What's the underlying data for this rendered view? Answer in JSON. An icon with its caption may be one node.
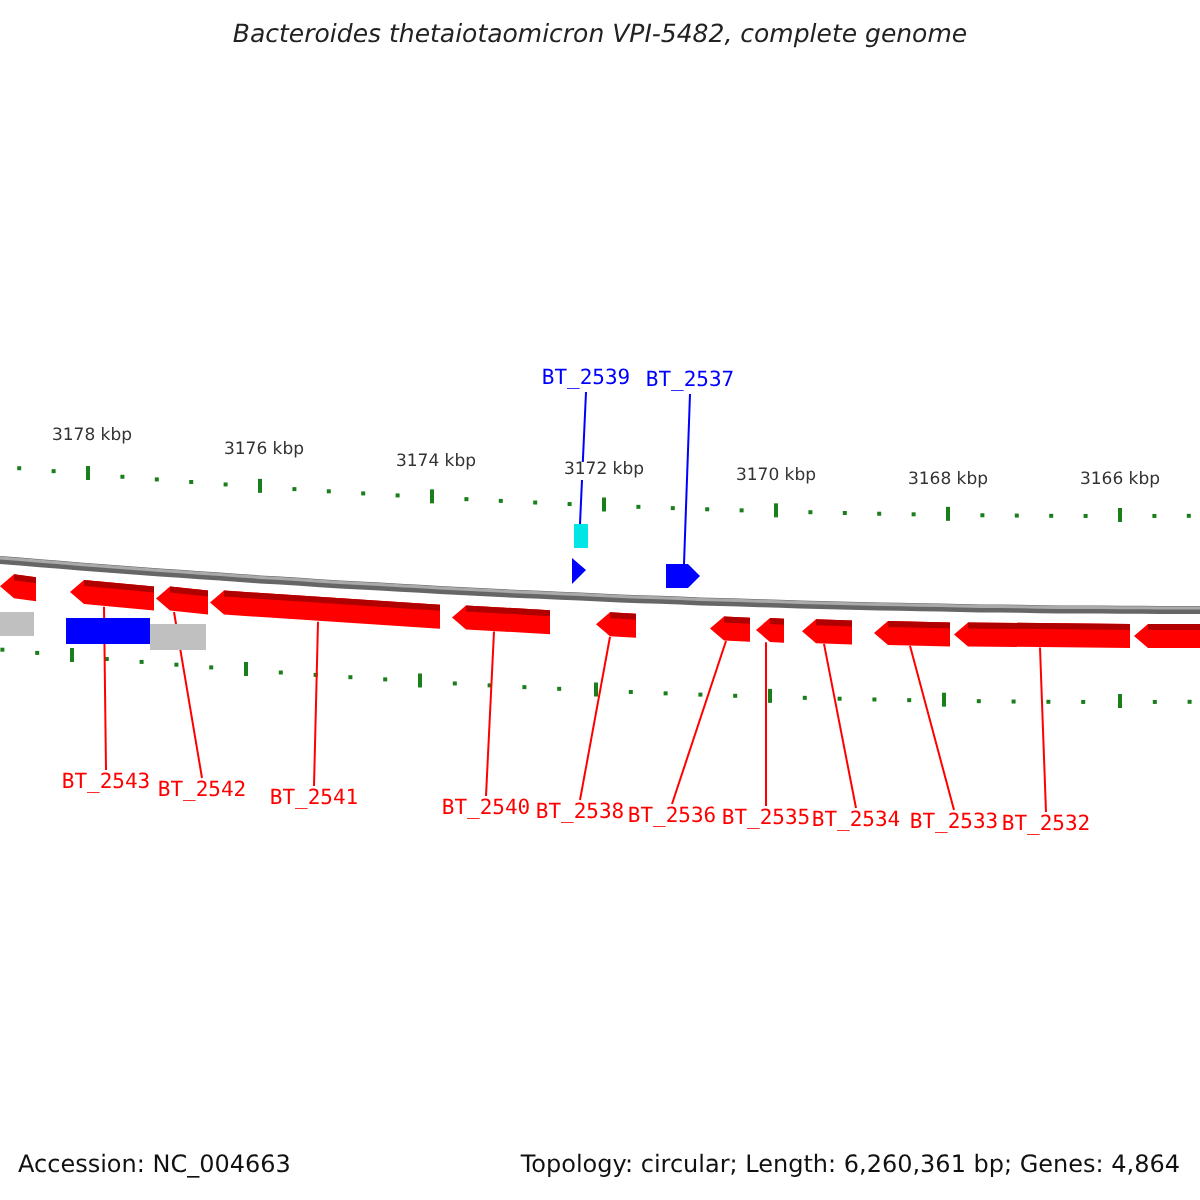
{
  "diagram": {
    "title": "Bacteroides thetaiotaomicron VPI-5482, complete genome",
    "nodes": [
      {
        "text": [
          "BT_2539"
        ]
      },
      {
        "text": [
          "BT_2537"
        ]
      },
      {
        "text": [],
        "shape": "box"
      },
      {
        "text": [],
        "shape": "pentagon"
      },
      {
        "text": [
          "BT_2543"
        ]
      },
      {
        "text": [
          "BT_2542"
        ]
      },
      {
        "text": [
          "BT_2541"
        ]
      },
      {
        "text": [
          "BT_2540"
        ]
      },
      {
        "text": [
          "BT_2538"
        ]
      },
      {
        "text": [
          "BT_2536"
        ]
      },
      {
        "text": [
          "BT_2535"
        ]
      },
      {
        "text": [
          "BT_2534"
        ]
      },
      {
        "text": [
          "BT_2533"
        ]
      },
      {
        "text": [
          "BT_2532"
        ]
      },
      {
        "text": [],
        "shape": "pentagon"
      },
      {
        "text": [],
        "shape": "pentagon"
      },
      {
        "text": [],
        "shape": "pentagon"
      },
      {
        "text": [],
        "shape": "pentagon"
      },
      {
        "text": [],
        "shape": "pentagon"
      },
      {
        "text": [],
        "shape": "pentagon"
      },
      {
        "text": [],
        "shape": "pentagon"
      },
      {
        "text": [],
        "shape": "pentagon"
      },
      {
        "text": [],
        "shape": "pentagon"
      },
      {
        "text": [],
        "shape": "pentagon"
      },
      {
        "text": [],
        "shape": "pentagon"
      },
      {
        "text": [],
        "shape": "bar"
      },
      {
        "text": [],
        "shape": "bar"
      },
      {
        "text": [],
        "shape": "bar"
      },
      {
        "text": [],
        "shape": "triangle"
      },
      {
        "text": [],
        "shape": "pentagon"
      }
    ],
    "edges": [
      {
        "from": 0,
        "to": 2,
        "arrow": "none",
        "color": "#0000ff"
      },
      {
        "from": 1,
        "to": 3,
        "arrow": "none",
        "color": "#0000ff"
      },
      {
        "from": 4,
        "to": 14,
        "arrow": "none"
      },
      {
        "from": 5,
        "to": 15,
        "arrow": "none"
      },
      {
        "from": 6,
        "to": 16,
        "arrow": "none"
      },
      {
        "from": 7,
        "to": 17,
        "arrow": "none"
      },
      {
        "from": 8,
        "to": 18,
        "arrow": "none"
      },
      {
        "from": 9,
        "to": 19,
        "arrow": "none"
      },
      {
        "from": 10,
        "to": 20,
        "arrow": "none"
      },
      {
        "from": 11,
        "to": 21,
        "arrow": "none"
      },
      {
        "from": 12,
        "to": 22,
        "arrow": "none"
      },
      {
        "from": 13,
        "to": 23,
        "arrow": "none"
      }
    ],
    "labels": [
      "3178 kbp",
      "3176 kbp",
      "3174 kbp",
      "3172 kbp",
      "3170 kbp",
      "3168 kbp",
      "3166 kbp",
      "Accession: NC_004663",
      "Topology: circular; Length: 6,260,361 bp; Genes: 4,864"
    ]
  }
}
